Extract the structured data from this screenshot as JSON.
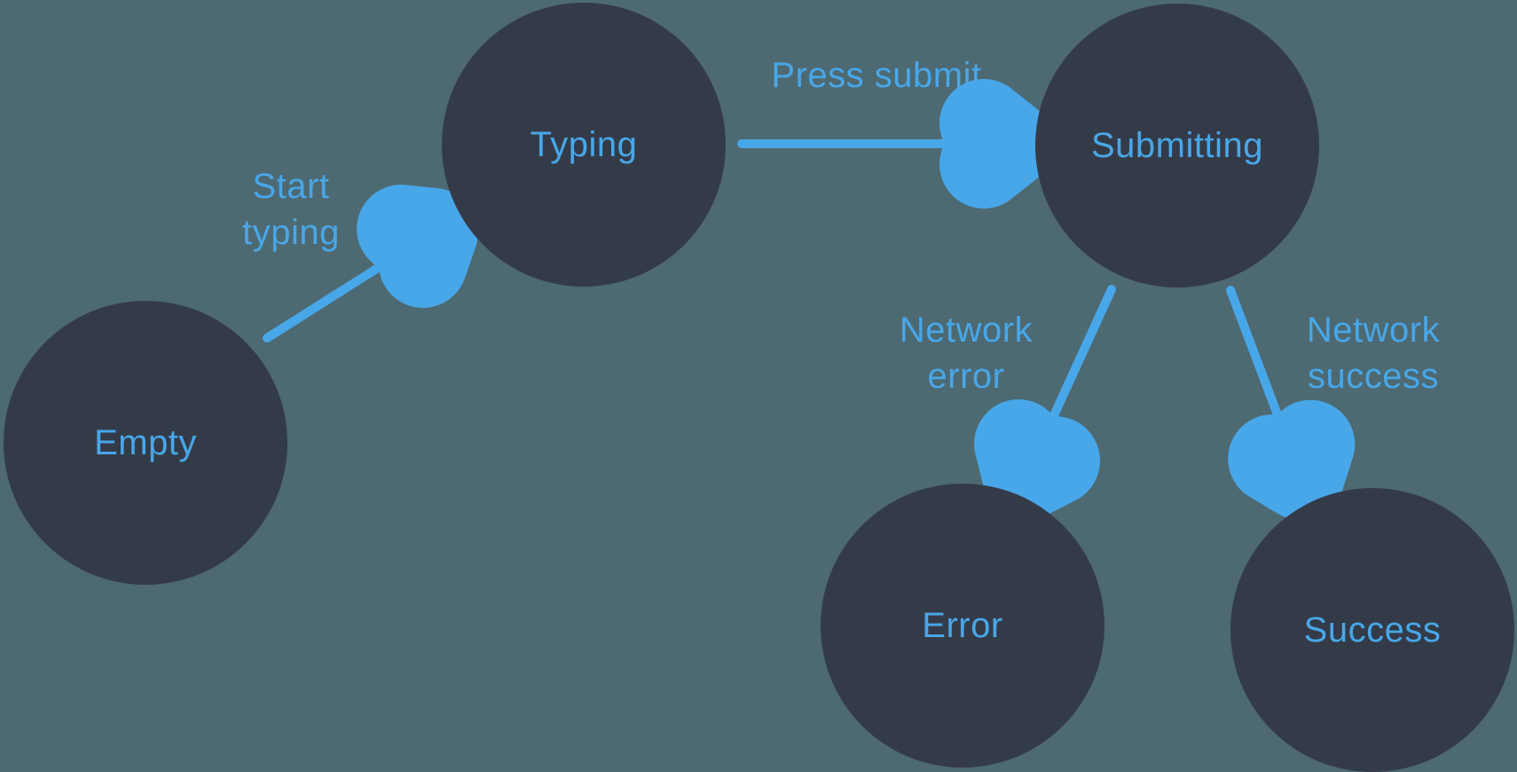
{
  "colors": {
    "background": "#4D6972",
    "node": "#343B48",
    "accent": "#48A7E8"
  },
  "diagram": {
    "type": "state-machine",
    "nodes": [
      {
        "id": "empty",
        "label": "Empty"
      },
      {
        "id": "typing",
        "label": "Typing"
      },
      {
        "id": "submitting",
        "label": "Submitting"
      },
      {
        "id": "error",
        "label": "Error"
      },
      {
        "id": "success",
        "label": "Success"
      }
    ],
    "edges": [
      {
        "id": "start-typing",
        "label": "Start typing",
        "from": "empty",
        "to": "typing"
      },
      {
        "id": "press-submit",
        "label": "Press submit",
        "from": "typing",
        "to": "submitting"
      },
      {
        "id": "network-error",
        "label": "Network error",
        "from": "submitting",
        "to": "error"
      },
      {
        "id": "network-success",
        "label": "Network success",
        "from": "submitting",
        "to": "success"
      }
    ]
  }
}
